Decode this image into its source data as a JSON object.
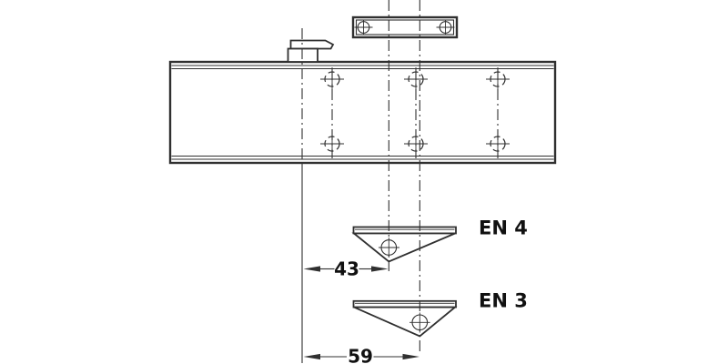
{
  "drawing": {
    "background_color": "#ffffff",
    "line_color": "#303030",
    "text_color": "#111111",
    "labels": {
      "en4": "EN 4",
      "en3": "EN 3"
    },
    "dimensions": {
      "spindle_to_en4": "43",
      "spindle_to_en3": "59"
    }
  }
}
